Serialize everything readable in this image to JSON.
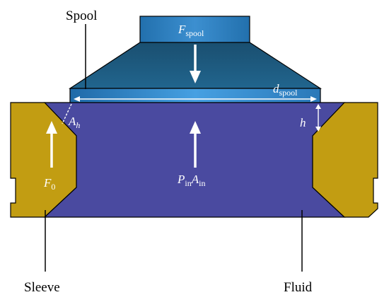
{
  "labels": {
    "spool": "Spool",
    "sleeve": "Sleeve",
    "fluid": "Fluid"
  },
  "symbols": {
    "f_spool_main": "F",
    "f_spool_sub": "spool",
    "d_spool_main": "d",
    "d_spool_sub": "spool",
    "a_h_main": "A",
    "a_h_sub": "h",
    "h": "h",
    "f0_main": "F",
    "f0_sub": "0",
    "p_main": "P",
    "p_sub": "in",
    "a_main": "A",
    "a_sub": "in"
  },
  "colors": {
    "fluid": "#4a4aa0",
    "sleeve": "#c29d12",
    "spool_body": "#1e5a7e",
    "spool_top": "#2b7bb8",
    "spool_plate": "#3d8fd4",
    "arrow": "#ffffff",
    "outline": "#000000"
  }
}
